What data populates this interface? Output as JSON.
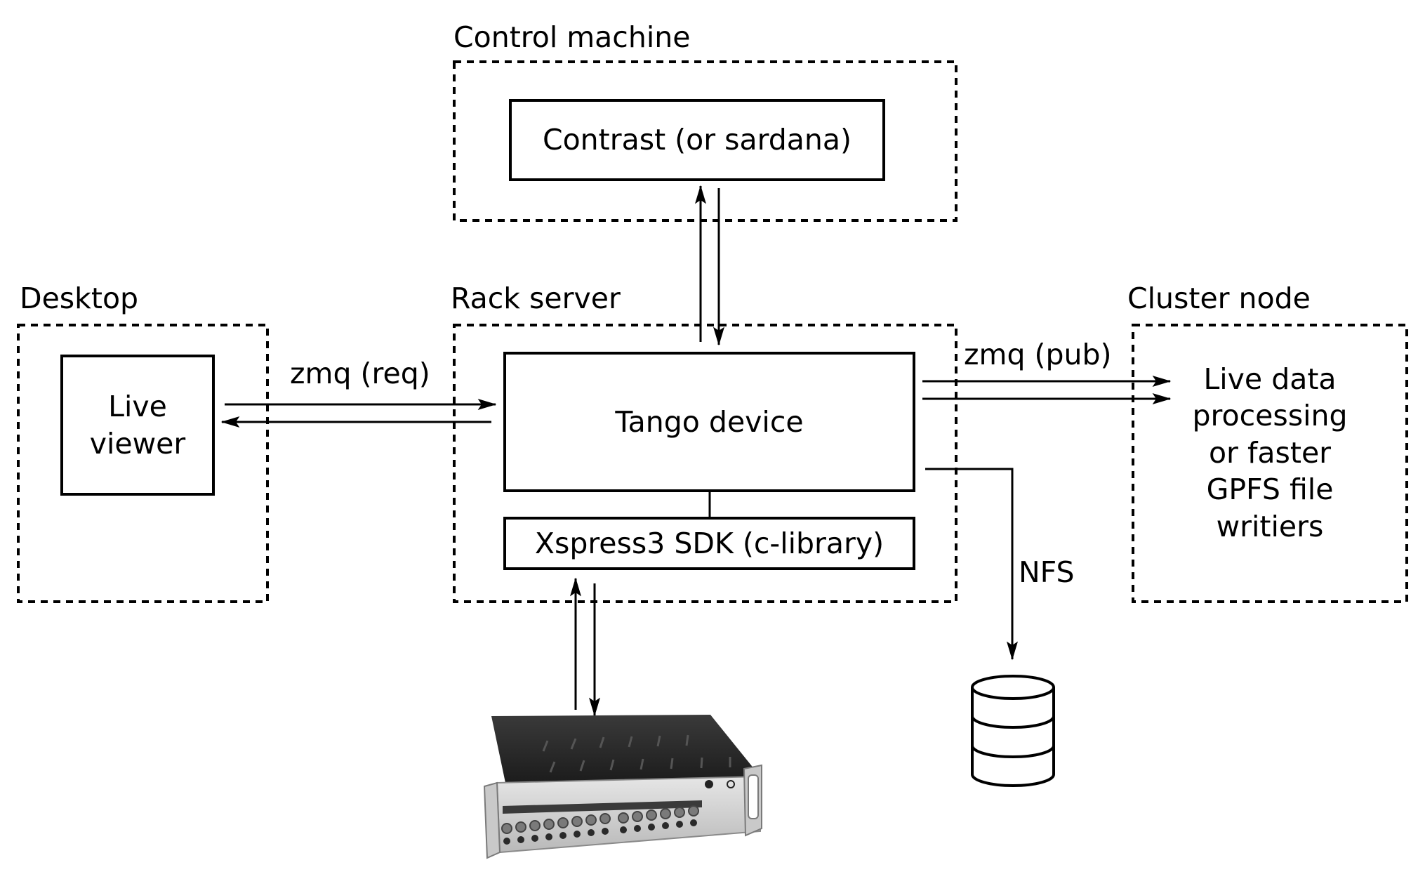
{
  "groups": {
    "control_machine": "Control machine",
    "desktop": "Desktop",
    "rack_server": "Rack server",
    "cluster_node": "Cluster node"
  },
  "boxes": {
    "contrast": "Contrast (or sardana)",
    "live_viewer": "Live\nviewer",
    "tango_device": "Tango device",
    "sdk": "Xspress3 SDK (c-library)",
    "cluster_text": "Live data\nprocessing\nor faster\nGPFS file\nwritiers"
  },
  "links": {
    "zmq_req": "zmq (req)",
    "zmq_pub": "zmq (pub)",
    "nfs": "NFS"
  },
  "icons": {
    "hardware": "xspress3-rack-unit-icon",
    "storage": "database-icon"
  }
}
